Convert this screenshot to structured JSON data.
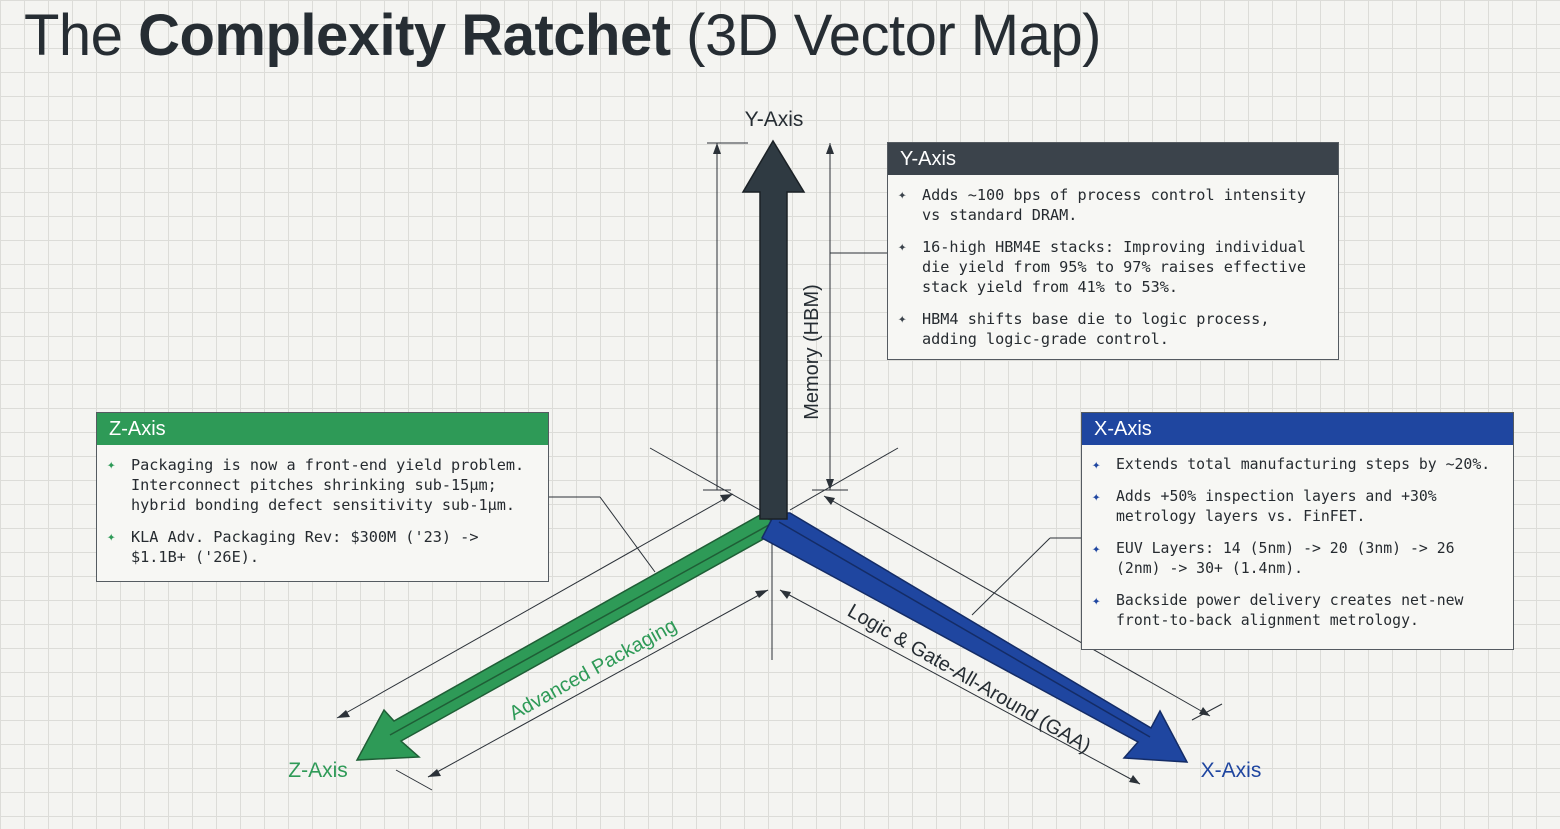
{
  "title": {
    "prefix": "The ",
    "bold": "Complexity Ratchet",
    "suffix": " (3D Vector Map)"
  },
  "axes": {
    "y": {
      "label": "Y-Axis",
      "name": "Memory (HBM)",
      "color": "#2f3a42"
    },
    "z": {
      "label": "Z-Axis",
      "name": "Advanced Packaging",
      "color": "#2e9a57"
    },
    "x": {
      "label": "X-Axis",
      "name": "Logic & Gate-All-Around (GAA)",
      "color": "#1f46a0"
    }
  },
  "boxes": {
    "y": {
      "header": "Y-Axis",
      "bullets": [
        "Adds ~100 bps of process control intensity\nvs standard DRAM.",
        "16-high HBM4E stacks: Improving individual\ndie yield from 95% to 97% raises effective\nstack yield from 41% to 53%.",
        "HBM4 shifts base die to logic process,\nadding logic-grade control."
      ]
    },
    "z": {
      "header": "Z-Axis",
      "bullets": [
        "Packaging is now a front-end yield problem.\nInterconnect pitches shrinking sub-15µm;\nhybrid bonding defect sensitivity sub-1µm.",
        "KLA Adv. Packaging Rev: $300M ('23) ->\n$1.1B+ ('26E)."
      ]
    },
    "x": {
      "header": "X-Axis",
      "bullets": [
        "Extends total manufacturing steps by ~20%.",
        "Adds +50% inspection layers and +30%\nmetrology layers vs. FinFET.",
        "EUV Layers: 14 (5nm) -> 20 (3nm) -> 26\n(2nm) -> 30+ (1.4nm).",
        "Backside power delivery creates net-new\nfront-to-back alignment metrology."
      ]
    }
  },
  "icons": {
    "bullet": "sparkle-icon"
  }
}
